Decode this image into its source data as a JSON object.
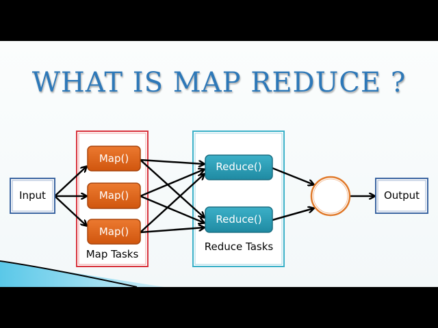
{
  "slide": {
    "title": "WHAT IS MAP REDUCE ?",
    "input_label": "Input",
    "output_label": "Output",
    "map_nodes": [
      "Map()",
      "Map()",
      "Map()"
    ],
    "reduce_nodes": [
      "Reduce()",
      "Reduce()"
    ],
    "map_group_label": "Map Tasks",
    "reduce_group_label": "Reduce Tasks",
    "colors": {
      "title": "#2d78b8",
      "map_node": "#e0641c",
      "reduce_node": "#2a9bb4",
      "map_group_border": "#d8323c",
      "reduce_group_border": "#3ab0c8",
      "combiner_circle": "#e07828",
      "io_border": "#3a64a0"
    }
  }
}
